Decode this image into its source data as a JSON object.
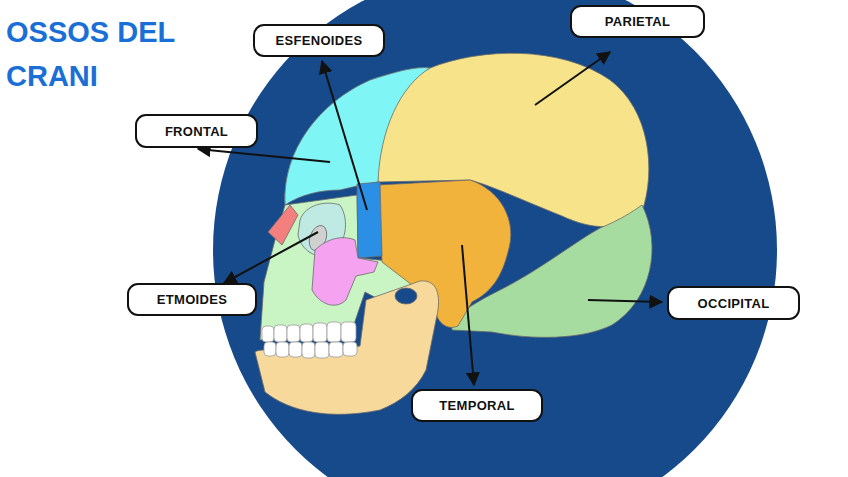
{
  "diagram": {
    "title": "OSSOS DEL CRANI",
    "nodes": [
      {
        "text": [
          "PARIETAL"
        ]
      },
      {
        "text": [
          "ESFENOIDES"
        ]
      },
      {
        "text": [
          "FRONTAL"
        ]
      },
      {
        "text": [
          "ETMOIDES"
        ]
      },
      {
        "text": [
          "OCCIPITAL"
        ]
      },
      {
        "text": [
          "TEMPORAL"
        ]
      }
    ]
  }
}
